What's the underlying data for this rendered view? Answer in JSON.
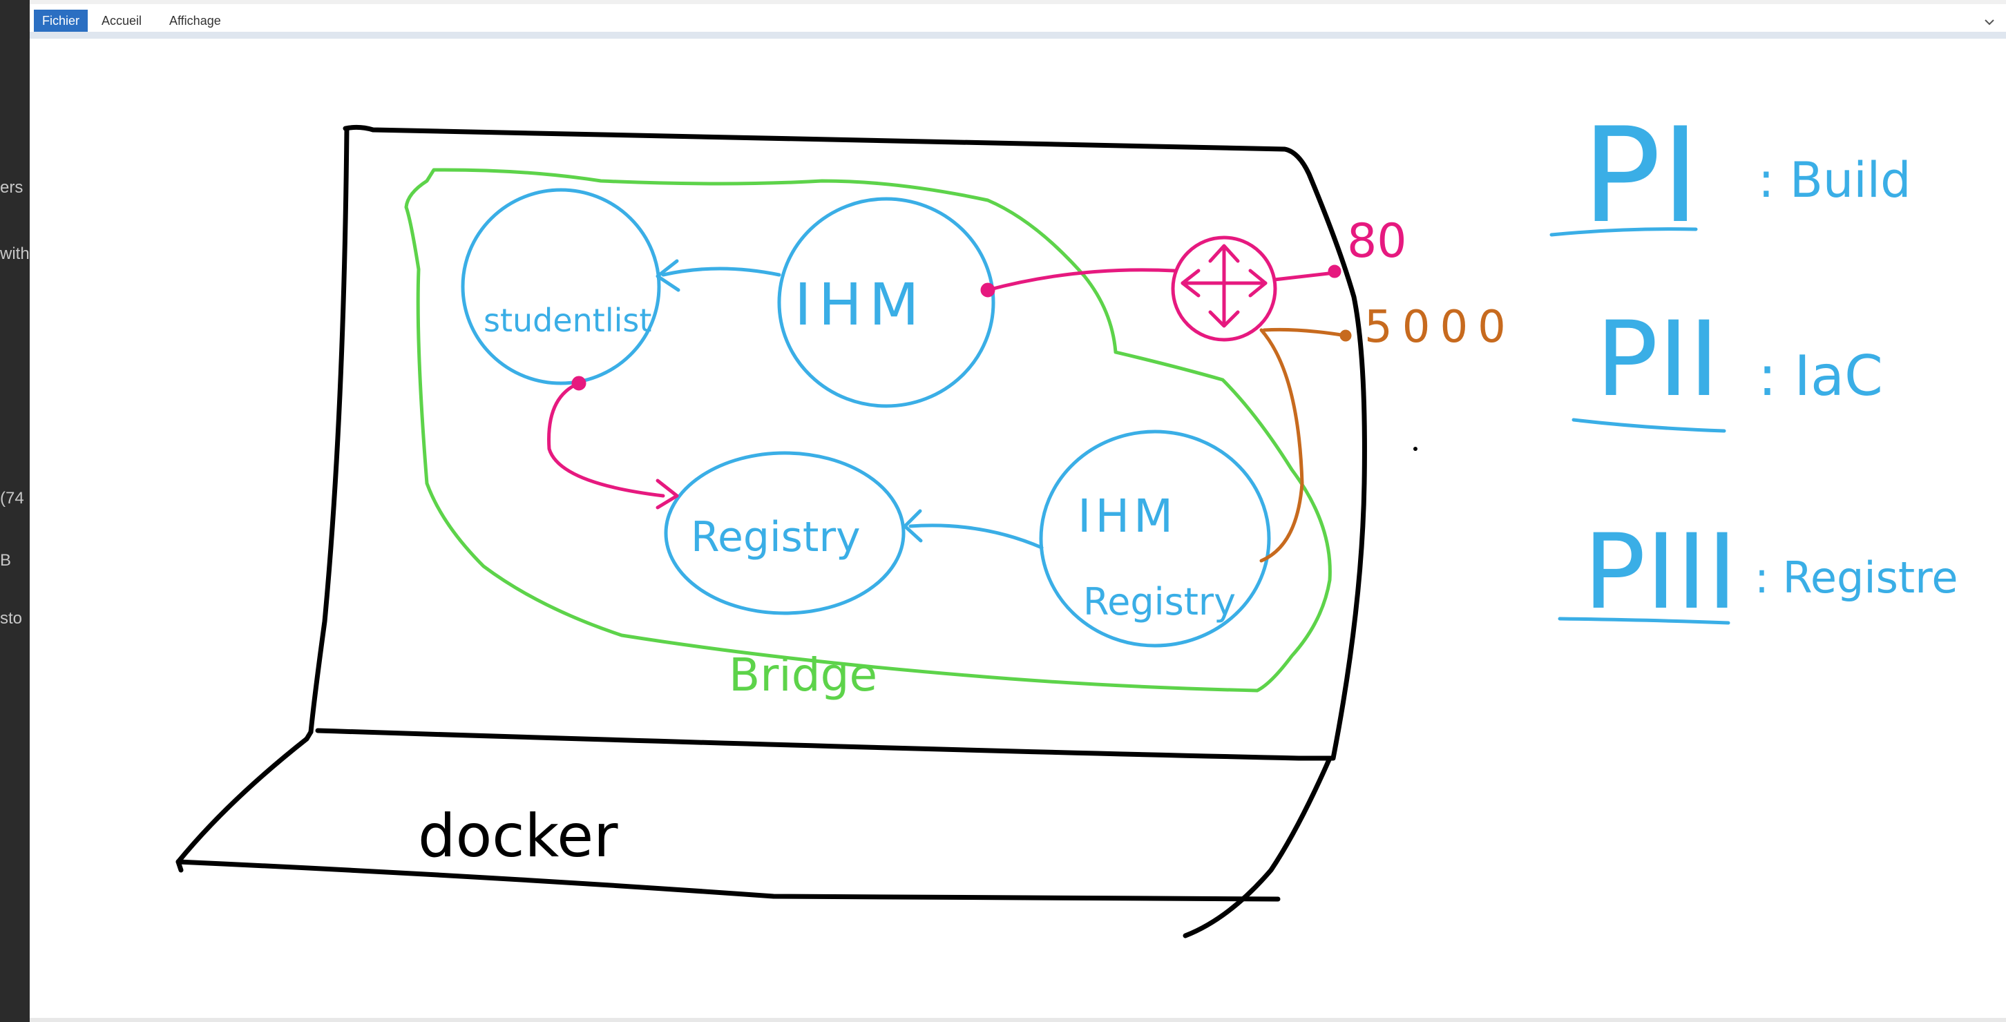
{
  "left_strip": {
    "fragments": [
      "ers",
      "with",
      "(74",
      "B",
      "sto"
    ]
  },
  "ribbon": {
    "tabs": [
      "Fichier",
      "Accueil",
      "Affichage"
    ],
    "chevron_icon": "chevron-down-icon"
  },
  "drawing": {
    "colors": {
      "black": "#000000",
      "blue": "#3aaee6",
      "green": "#5dd34a",
      "magenta": "#e6197f",
      "orange": "#c76a1e"
    },
    "labels": {
      "student_list": "studentlist",
      "ihm_top": "IHM",
      "registry": "Registry",
      "ihm_bottom": "IHM",
      "ihm_bottom_sub": "Registry",
      "bridge": "Bridge",
      "docker": "docker",
      "port_80": "80",
      "port_5000": "5000"
    },
    "legend": [
      {
        "numeral": "PI",
        "text": ": Build"
      },
      {
        "numeral": "PII",
        "text": ": IaC"
      },
      {
        "numeral": "PIII",
        "text": ": Registre"
      }
    ]
  }
}
